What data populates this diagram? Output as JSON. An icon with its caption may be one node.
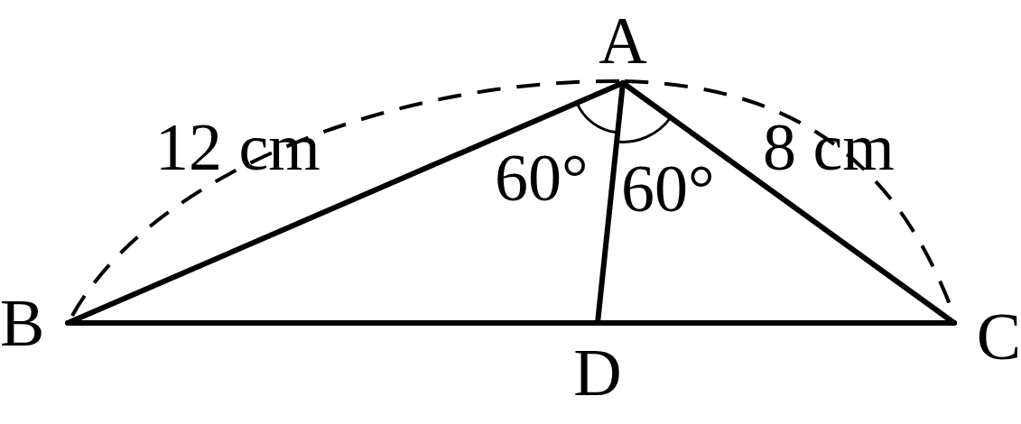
{
  "diagram": {
    "nodes": [
      {
        "text": [
          "A"
        ]
      },
      {
        "text": [
          "B"
        ]
      },
      {
        "text": [
          "C"
        ]
      },
      {
        "text": [
          "D"
        ]
      }
    ],
    "edges": [
      {
        "from": 0,
        "to": 1,
        "arrow": "none"
      },
      {
        "from": 0,
        "to": 2,
        "arrow": "none"
      },
      {
        "from": 0,
        "to": 3,
        "arrow": "none"
      },
      {
        "from": 1,
        "to": 3,
        "arrow": "none"
      },
      {
        "from": 3,
        "to": 2,
        "arrow": "none"
      }
    ],
    "labels": [
      "12 cm",
      "8 cm",
      "60°",
      "60°"
    ]
  }
}
